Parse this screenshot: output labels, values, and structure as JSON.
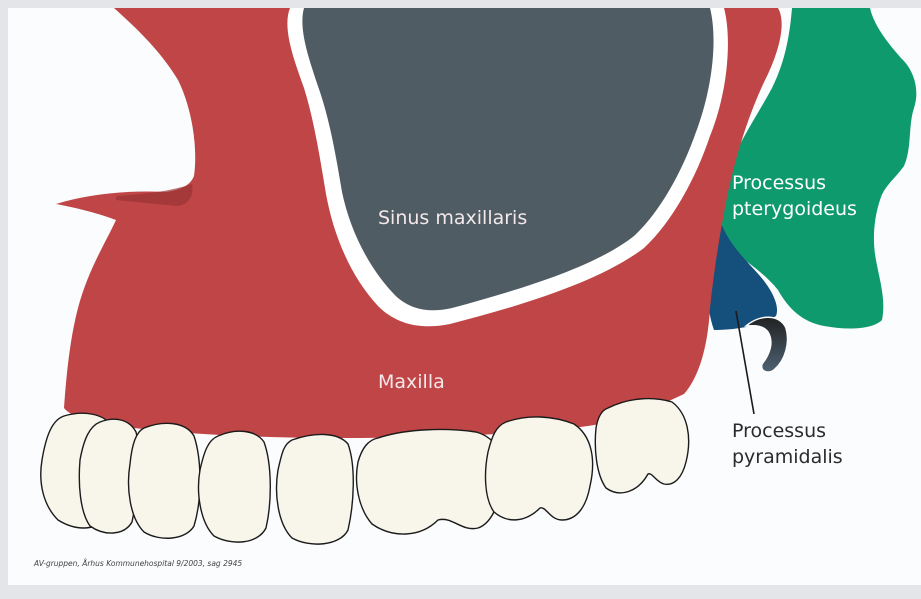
{
  "labels": {
    "sinus": "Sinus maxillaris",
    "maxilla": "Maxilla",
    "pterygoid_line1": "Processus",
    "pterygoid_line2": "pterygoideus",
    "pyramidal_line1": "Processus",
    "pyramidal_line2": "pyramidalis"
  },
  "credit": "AV-gruppen, Århus Kommunehospital 9/2003, sag 2945",
  "colors": {
    "maxilla": "#c04546",
    "sinus": "#505c63",
    "pterygoid": "#0f9a6e",
    "pyramidal": "#154f7b",
    "teeth": "#f8f6ea",
    "background": "#fbfcfd"
  }
}
